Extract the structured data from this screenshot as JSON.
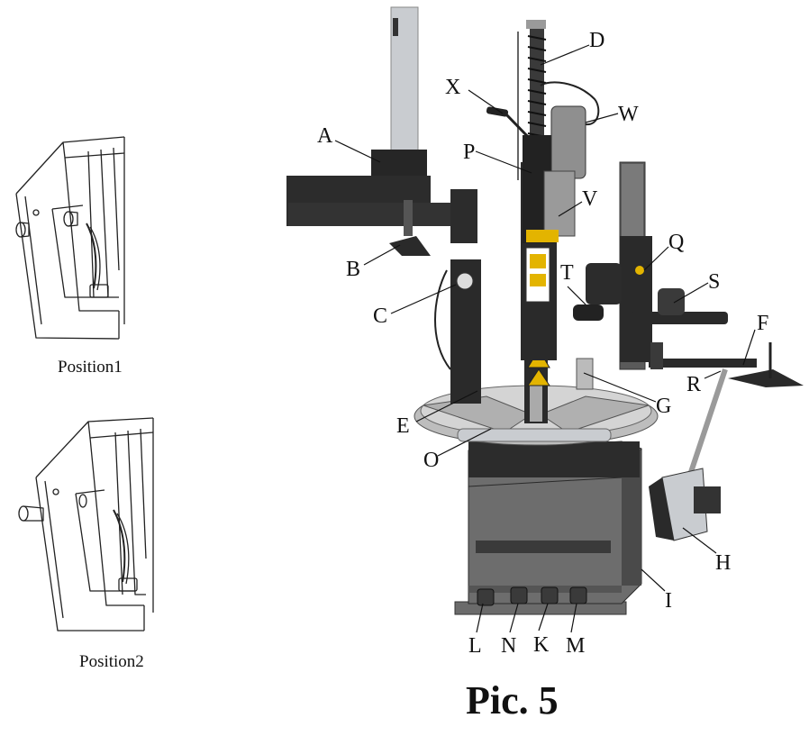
{
  "captions": {
    "position1": "Position1",
    "position2": "Position2",
    "title": "Pic. 5"
  },
  "callouts": [
    "A",
    "B",
    "C",
    "D",
    "E",
    "F",
    "G",
    "H",
    "I",
    "K",
    "L",
    "M",
    "N",
    "O",
    "P",
    "Q",
    "R",
    "S",
    "T",
    "V",
    "W",
    "X"
  ],
  "colors": {
    "machine_dark": "#2a2a2a",
    "machine_grey": "#6b6b6b",
    "cylinder_silver": "#c9ccd0",
    "warning_yellow": "#e3b400",
    "line_art": "#222222"
  }
}
